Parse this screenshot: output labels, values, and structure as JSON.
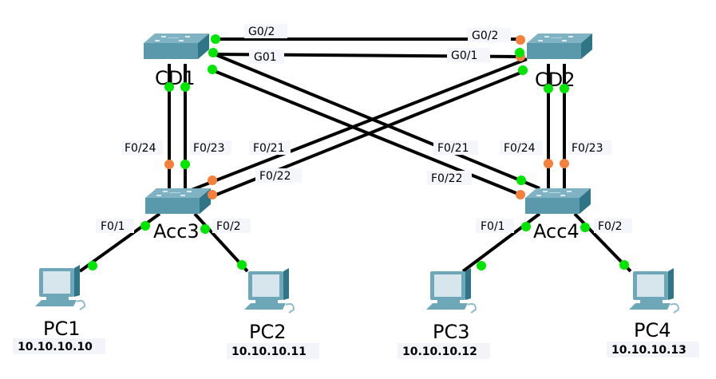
{
  "colors": {
    "port_up": "#00e600",
    "port_blocked": "#f4803c",
    "link": "#000000",
    "switch_top": "#7fb3c4",
    "switch_front": "#5a98ab",
    "switch_side": "#2f7487",
    "pc_body": "#6ea7b8",
    "pc_screen": "#d6e6ec"
  },
  "devices": [
    {
      "id": "CD1",
      "type": "switch",
      "label": "CD1"
    },
    {
      "id": "CD2",
      "type": "switch",
      "label": "CD2"
    },
    {
      "id": "Acc3",
      "type": "switch",
      "label": "Acc3"
    },
    {
      "id": "Acc4",
      "type": "switch",
      "label": "Acc4"
    },
    {
      "id": "PC1",
      "type": "pc",
      "label": "PC1",
      "ip": "10.10.10.10"
    },
    {
      "id": "PC2",
      "type": "pc",
      "label": "PC2",
      "ip": "10.10.10.11"
    },
    {
      "id": "PC3",
      "type": "pc",
      "label": "PC3",
      "ip": "10.10.10.12"
    },
    {
      "id": "PC4",
      "type": "pc",
      "label": "PC4",
      "ip": "10.10.10.13"
    }
  ],
  "links": [
    {
      "a": "CD1",
      "a_port": "G0/2",
      "a_state": "up",
      "b": "CD2",
      "b_port": "G0/2",
      "b_state": "blocked"
    },
    {
      "a": "CD1",
      "a_port": "G01",
      "a_state": "up",
      "b": "CD2",
      "b_port": "G0/1",
      "b_state": "blocked"
    },
    {
      "a": "CD1",
      "a_port": "",
      "a_state": "up",
      "b": "Acc3",
      "b_port": "F0/24",
      "b_state": "blocked"
    },
    {
      "a": "CD1",
      "a_port": "",
      "a_state": "up",
      "b": "Acc3",
      "b_port": "F0/23",
      "b_state": "up"
    },
    {
      "a": "CD2",
      "a_port": "",
      "a_state": "up",
      "b": "Acc3",
      "b_port": "F0/21",
      "b_state": "blocked"
    },
    {
      "a": "CD2",
      "a_port": "",
      "a_state": "up",
      "b": "Acc3",
      "b_port": "F0/22",
      "b_state": "blocked"
    },
    {
      "a": "CD1",
      "a_port": "",
      "a_state": "up",
      "b": "Acc4",
      "b_port": "F0/21",
      "b_state": "up"
    },
    {
      "a": "CD1",
      "a_port": "",
      "a_state": "up",
      "b": "Acc4",
      "b_port": "F0/22",
      "b_state": "blocked"
    },
    {
      "a": "CD2",
      "a_port": "",
      "a_state": "up",
      "b": "Acc4",
      "b_port": "F0/24",
      "b_state": "blocked"
    },
    {
      "a": "CD2",
      "a_port": "",
      "a_state": "up",
      "b": "Acc4",
      "b_port": "F0/23",
      "b_state": "blocked"
    },
    {
      "a": "Acc3",
      "a_port": "F0/1",
      "a_state": "up",
      "b": "PC1",
      "b_port": "",
      "b_state": "up"
    },
    {
      "a": "Acc3",
      "a_port": "F0/2",
      "a_state": "up",
      "b": "PC2",
      "b_port": "",
      "b_state": "up"
    },
    {
      "a": "Acc4",
      "a_port": "F0/1",
      "a_state": "up",
      "b": "PC3",
      "b_port": "",
      "b_state": "up"
    },
    {
      "a": "Acc4",
      "a_port": "F0/2",
      "a_state": "up",
      "b": "PC4",
      "b_port": "",
      "b_state": "up"
    }
  ]
}
